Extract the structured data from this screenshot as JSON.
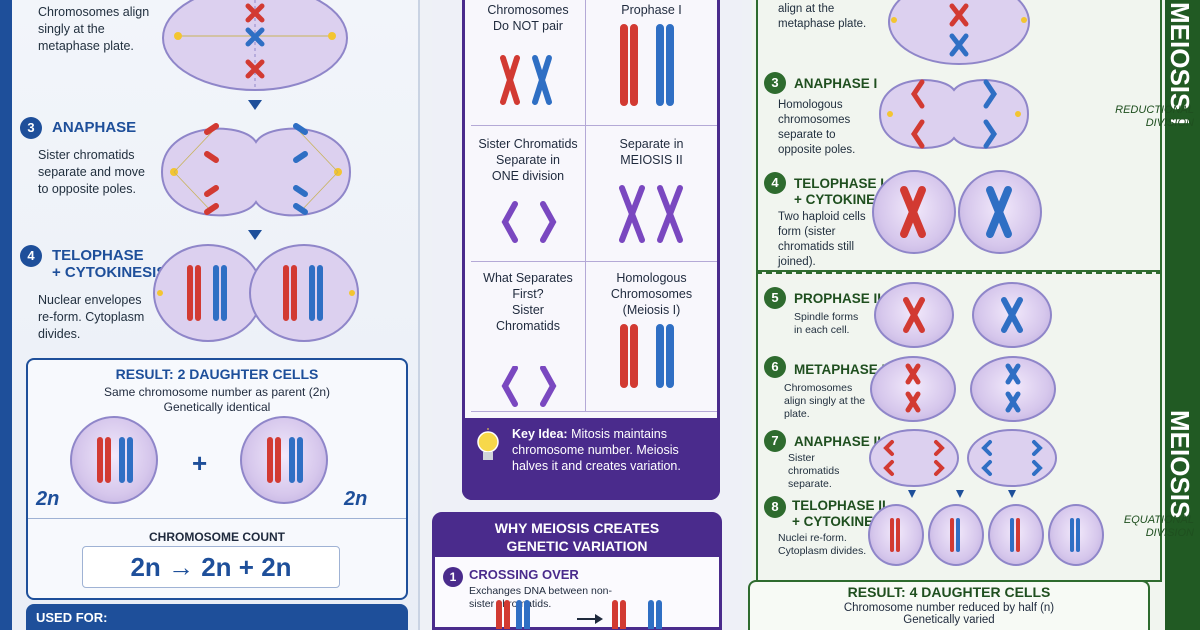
{
  "mitosis": {
    "metaphase_desc": "Chromosomes align singly at the metaphase plate.",
    "anaphase": {
      "num": "3",
      "title": "ANAPHASE",
      "desc": "Sister chromatids separate and move to opposite poles."
    },
    "telophase": {
      "num": "4",
      "title": "TELOPHASE\n+ CYTOKINESIS",
      "desc": "Nuclear envelopes re-form. Cytoplasm divides."
    },
    "result": {
      "title": "RESULT: 2 DAUGHTER CELLS",
      "line1": "Same chromosome number as parent (2n)",
      "line2": "Genetically identical",
      "plus": "+",
      "ploidy_left": "2n",
      "ploidy_right": "2n",
      "count_label": "CHROMOSOME COUNT",
      "count_formula": "2n → 2n + 2n"
    },
    "used_for": "USED FOR:"
  },
  "comparison": {
    "cells": [
      {
        "text": "Chromosomes\nDo NOT pair"
      },
      {
        "text": "Prophase I"
      },
      {
        "text": "Sister Chromatids\nSeparate in\nONE division"
      },
      {
        "text": "Separate in\nMEIOSIS II"
      },
      {
        "text": "What Separates\nFirst?\nSister\nChromatids"
      },
      {
        "text": "Homologous\nChromosomes\n(Meiosis I)"
      }
    ],
    "key_idea_label": "Key Idea:",
    "key_idea_text": "Mitosis maintains chromosome number. Meiosis halves it and creates variation."
  },
  "variation": {
    "title": "WHY MEIOSIS CREATES\nGENETIC VARIATION",
    "item1_num": "1",
    "item1_title": "CROSSING OVER",
    "item1_desc": "Exchanges DNA between non-sister chromatids."
  },
  "meiosis": {
    "top_desc": "align at the metaphase plate.",
    "anaphase1": {
      "num": "3",
      "title": "ANAPHASE I",
      "desc": "Homologous chromosomes separate to opposite poles."
    },
    "telophase1": {
      "num": "4",
      "title": "TELOPHASE I\n+ CYTOKINESIS",
      "desc": "Two haploid cells form (sister chromatids still joined)."
    },
    "prophase2": {
      "num": "5",
      "title": "PROPHASE II",
      "desc": "Spindle forms in each cell."
    },
    "metaphase2": {
      "num": "6",
      "title": "METAPHASE II",
      "desc": "Chromosomes align singly at the plate."
    },
    "anaphase2": {
      "num": "7",
      "title": "ANAPHASE II",
      "desc": "Sister chromatids separate."
    },
    "telophase2": {
      "num": "8",
      "title": "TELOPHASE II\n+ CYTOKINESIS",
      "desc": "Nuclei re-form. Cytoplasm divides."
    },
    "reductional_label": "REDUCTIONAL\nDIVISION",
    "equational_label": "EQUATIONAL\nDIVISION",
    "side_top": "MEIOSIS I",
    "side_bottom": "MEIOSIS",
    "result_title": "RESULT: 4 DAUGHTER CELLS",
    "result_line1": "Chromosome number reduced by half (n)",
    "result_line2": "Genetically varied"
  },
  "colors": {
    "mitosis_blue": "#1e4f9a",
    "meiosis_green": "#2e6b2e",
    "compare_purple": "#4a2b8c",
    "chrom_red": "#d23a32",
    "chrom_blue": "#2f6fc4",
    "chrom_purple": "#7a48c0"
  }
}
